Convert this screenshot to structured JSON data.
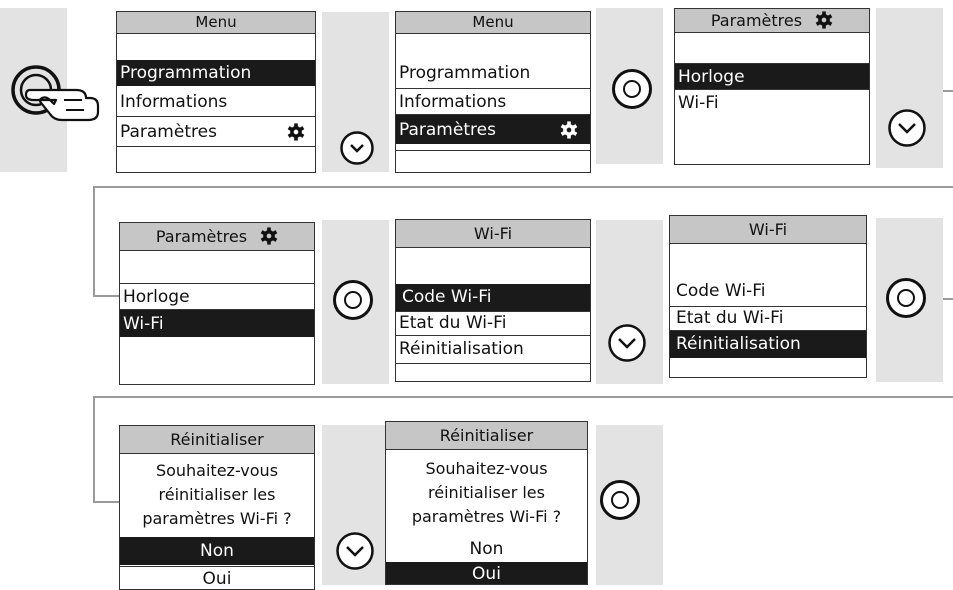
{
  "screens": {
    "s1": {
      "title": "Menu",
      "items": [
        "Programmation",
        "Informations",
        "Paramètres"
      ],
      "selected": 0
    },
    "s2": {
      "title": "Menu",
      "items": [
        "Programmation",
        "Informations",
        "Paramètres"
      ],
      "selected": 2
    },
    "s3": {
      "title": "Paramètres",
      "items": [
        "Horloge",
        "Wi-Fi"
      ],
      "selected": 0
    },
    "s4": {
      "title": "Paramètres",
      "items": [
        "Horloge",
        "Wi-Fi"
      ],
      "selected": 1
    },
    "s5": {
      "title": "Wi-Fi",
      "items": [
        "Code Wi-Fi",
        "Etat du Wi-Fi",
        "Réinitialisation"
      ],
      "selected": 0
    },
    "s6": {
      "title": "Wi-Fi",
      "items": [
        "Code Wi-Fi",
        "Etat du Wi-Fi",
        "Réinitialisation"
      ],
      "selected": 2
    },
    "s7": {
      "title": "Réinitialiser",
      "question": [
        "Souhaitez-vous",
        "réinitialiser les",
        "paramètres Wi-Fi ?"
      ],
      "options": [
        "Non",
        "Oui"
      ],
      "selected": 0
    },
    "s8": {
      "title": "Réinitialiser",
      "question": [
        "Souhaitez-vous",
        "réinitialiser les",
        "paramètres Wi-Fi ?"
      ],
      "options": [
        "Non",
        "Oui"
      ],
      "selected": 1
    }
  },
  "icons": {
    "press": "hand-press-icon",
    "ok": "ok-button-icon",
    "down": "down-arrow-button-icon",
    "settings": "gear-icon"
  },
  "colors": {
    "panel": "#e3e3e3",
    "header": "#c6c6c6",
    "selected": "#1a1a1a",
    "connector": "#9a9a9a"
  }
}
